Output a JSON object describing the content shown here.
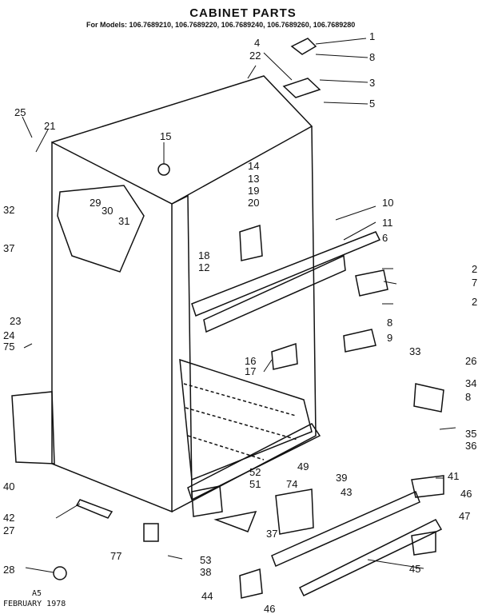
{
  "title": "CABINET PARTS",
  "models_line": "For Models: 106.7689210, 106.7689220, 106.7689240, 106.7689260, 106.7689280",
  "footer": {
    "code": "A5",
    "date": "FEBRUARY 1978"
  },
  "callouts": [
    "1",
    "8",
    "3",
    "5",
    "4",
    "22",
    "25",
    "21",
    "15",
    "14",
    "13",
    "19",
    "20",
    "29",
    "30",
    "31",
    "32",
    "37",
    "10",
    "11",
    "6",
    "18",
    "12",
    "2",
    "7",
    "2",
    "23",
    "24",
    "75",
    "8",
    "9",
    "16",
    "17",
    "33",
    "26",
    "34",
    "8",
    "35",
    "36",
    "40",
    "49",
    "52",
    "51",
    "74",
    "39",
    "41",
    "43",
    "46",
    "42",
    "27",
    "77",
    "37",
    "53",
    "38",
    "47",
    "28",
    "45",
    "44",
    "46"
  ]
}
